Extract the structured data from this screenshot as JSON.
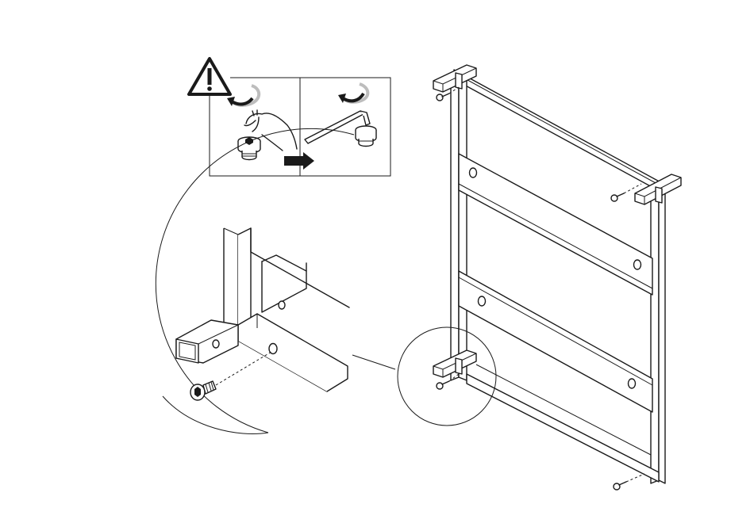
{
  "figure": {
    "warning_symbol": "warning-triangle-icon",
    "warning_mark": "!",
    "colors": {
      "ink": "#1a1a1a",
      "paper": "#ffffff"
    },
    "steps": [
      {
        "panel": "left",
        "icons": [
          "rotate-counterclockwise-arrow-icon",
          "fingers-icon",
          "glide-insert-icon",
          "pull-out-arrow-icon"
        ]
      },
      {
        "panel": "right",
        "icons": [
          "rotate-counterclockwise-arrow-icon",
          "allen-key-icon",
          "glide-insert-icon"
        ]
      }
    ],
    "main_illustration": "frame-with-slats",
    "detail_view": "corner-detail-magnified",
    "screws_shown": 4
  }
}
